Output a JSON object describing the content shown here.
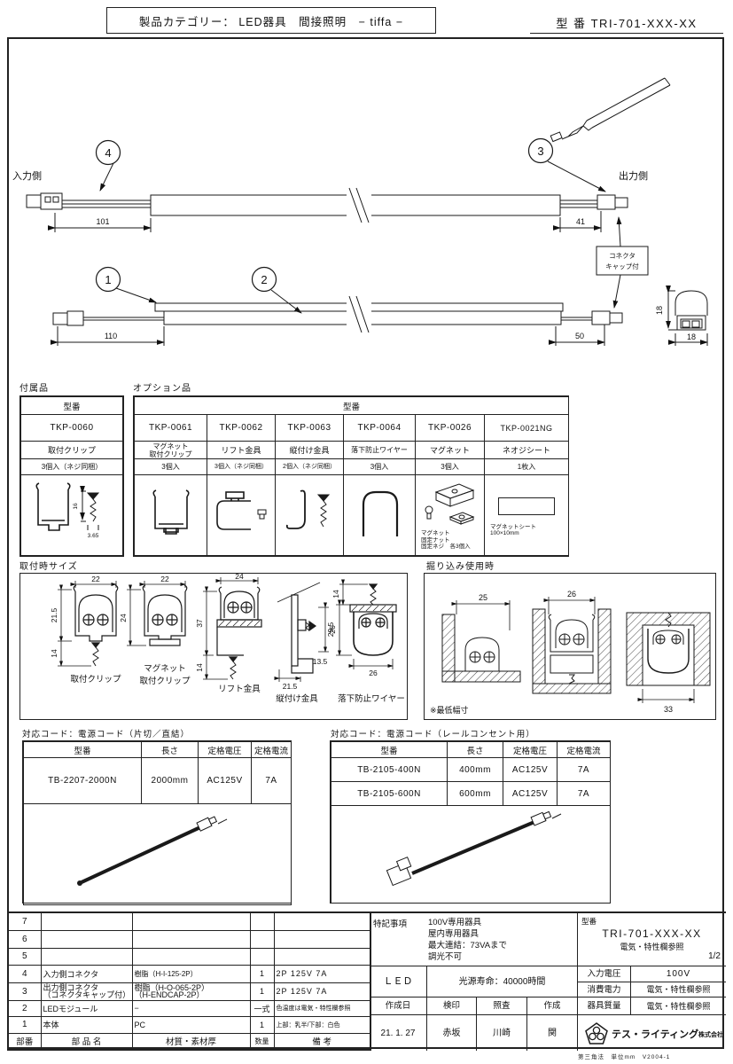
{
  "header": {
    "category": "製品カテゴリー： LED器具　間接照明　− tiffa −",
    "model_no_label": "型 番 TRI-701-XXX-XX"
  },
  "drawings": {
    "c1": "1",
    "c2": "2",
    "c3": "3",
    "c4": "4",
    "input_side": "入力側",
    "output_side": "出力側",
    "dim_101": "101",
    "dim_41": "41",
    "dim_110": "110",
    "dim_50": "50",
    "dim_18h": "18",
    "dim_18w": "18",
    "cap_line1": "コネクタ",
    "cap_line2": "キャップ付"
  },
  "accessory": {
    "title": "付属品",
    "col_header": "型番",
    "model": "TKP-0060",
    "name": "取付クリップ",
    "qty": "3個入（ネジ同梱）",
    "screw_dim_len": "16",
    "screw_dim_dia": "3.65"
  },
  "options": {
    "title": "オプション品",
    "col_header": "型番",
    "items": [
      {
        "model": "TKP-0061",
        "name": "マグネット\n取付クリップ",
        "qty": "3個入"
      },
      {
        "model": "TKP-0062",
        "name": "リフト金具",
        "qty": "3個入（ネジ同梱）"
      },
      {
        "model": "TKP-0063",
        "name": "縦付け金具",
        "qty": "2個入（ネジ同梱）"
      },
      {
        "model": "TKP-0064",
        "name": "落下防止ワイヤー",
        "qty": "3個入"
      },
      {
        "model": "TKP-0026",
        "name": "マグネット",
        "qty": "3個入"
      },
      {
        "model": "TKP-0021NG",
        "name": "ネオジシート",
        "qty": "1枚入"
      }
    ],
    "magnet_note": "マグネット\n固定ナット\n固定ネジ　各3個入",
    "sheet_note": "マグネットシート\n100×10mm"
  },
  "mounting": {
    "title": "取付時サイズ",
    "d1": {
      "label": "取付クリップ",
      "w": "22",
      "h1": "21.5",
      "h2": "14"
    },
    "d2": {
      "label1": "マグネット",
      "label2": "取付クリップ",
      "w": "22",
      "h": "24"
    },
    "d3": {
      "label": "リフト金具",
      "w": "24",
      "h1": "37",
      "h2": "14"
    },
    "d4": {
      "label": "縦付け金具",
      "h": "29.5",
      "d": "13.5",
      "w": "21.5"
    },
    "d5": {
      "label": "落下防止ワイヤー",
      "h1": "14",
      "h2": "26",
      "w": "26"
    }
  },
  "recessed": {
    "title": "掘り込み使用時",
    "dim_1": "25",
    "dim_2": "26",
    "dim_3": "33",
    "note": "※最低幅寸"
  },
  "cord_tables": {
    "left": {
      "title": "対応コード：電源コード（片切／直結）",
      "headers": [
        "型番",
        "長さ",
        "定格電圧",
        "定格電流"
      ],
      "rows": [
        [
          "TB-2207-2000N",
          "2000mm",
          "AC125V",
          "7A"
        ]
      ]
    },
    "right": {
      "title": "対応コード：電源コード（レールコンセント用）",
      "headers": [
        "型番",
        "長さ",
        "定格電圧",
        "定格電流"
      ],
      "rows": [
        [
          "TB-2105-400N",
          "400mm",
          "AC125V",
          "7A"
        ],
        [
          "TB-2105-600N",
          "600mm",
          "AC125V",
          "7A"
        ]
      ]
    }
  },
  "parts_table": {
    "rows": [
      {
        "no": "7",
        "name": "",
        "material": "",
        "qty": "",
        "note": ""
      },
      {
        "no": "6",
        "name": "",
        "material": "",
        "qty": "",
        "note": ""
      },
      {
        "no": "5",
        "name": "",
        "material": "",
        "qty": "",
        "note": ""
      },
      {
        "no": "4",
        "name": "入力側コネクタ",
        "material": "樹脂（H-I-125-2P）",
        "qty": "1",
        "note": "2P 125V 7A"
      },
      {
        "no": "3",
        "name": "出力側コネクタ\n（コネクタキャップ付）",
        "material": "樹脂（H-O-065-2P）\n（H-ENDCAP-2P）",
        "qty": "1",
        "note": "2P 125V 7A"
      },
      {
        "no": "2",
        "name": "LEDモジュール",
        "material": "−",
        "qty": "一式",
        "note": "色温度は電気・特性欄参照"
      },
      {
        "no": "1",
        "name": "本体",
        "material": "PC",
        "qty": "1",
        "note": "上部：乳半/下部：白色"
      }
    ],
    "footer": {
      "no": "部番",
      "name": "部 品 名",
      "material": "材質・素材厚",
      "qty": "数量",
      "note": "備 考"
    }
  },
  "spec": {
    "notes_label": "特記事項",
    "notes": "100V専用器具\n屋内専用器具\n最大連結：73VAまで\n調光不可",
    "model_label": "型番",
    "model_value": "TRI-701-XXX-XX",
    "model_sub": "電気・特性欄参照",
    "page": "1/2",
    "led": "ＬＥＤ",
    "life": "光源寿命：40000時間",
    "input_voltage_label": "入力電圧",
    "input_voltage": "100V",
    "power_label": "消費電力",
    "power": "電気・特性欄参照",
    "weight_label": "器具質量",
    "weight": "電気・特性欄参照",
    "date_label": "作成日",
    "check_label": "検印",
    "review_label": "照査",
    "author_label": "作成",
    "date": "21. 1. 27",
    "check": "赤坂",
    "review": "川崎",
    "author": "関",
    "company": "テス・ライティング",
    "company_suffix": "株式会社",
    "footer_note": "第三角法　単位mm　V2004-1"
  }
}
